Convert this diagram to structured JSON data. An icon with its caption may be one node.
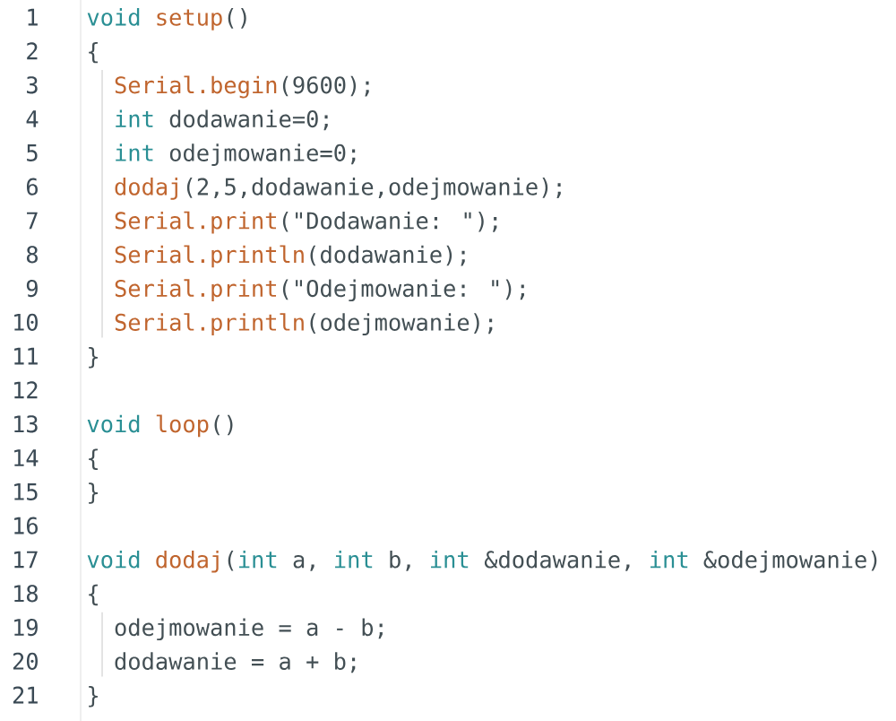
{
  "diagram": {
    "labels": [
      "1",
      "void",
      "setup",
      "()",
      "2",
      "{",
      "3",
      "Serial.begin",
      "(9600);",
      "4",
      "int",
      "dodawanie=0;",
      "5",
      "int",
      "odejmowanie=0;",
      "6",
      "dodaj",
      "(2,5,dodawanie,odejmowanie);",
      "7",
      "Serial.print",
      "(\"Dodawanie: \");",
      "8",
      "Serial.println",
      "(dodawanie);",
      "9",
      "Serial.print",
      "(\"Odejmowanie: \");",
      "10",
      "Serial.println",
      "(odejmowanie);",
      "11",
      "}",
      "12",
      "13",
      "void",
      "loop",
      "()",
      "14",
      "{",
      "15",
      "}",
      "16",
      "17",
      "void",
      "dodaj",
      "(",
      "int",
      "a,",
      "int",
      "b,",
      "int",
      "&dodawanie,",
      "int",
      "&odejmowanie)",
      "18",
      "{",
      "19",
      "odejmowanie = a - b;",
      "20",
      "dodawanie = a + b;",
      "21",
      "}"
    ]
  }
}
